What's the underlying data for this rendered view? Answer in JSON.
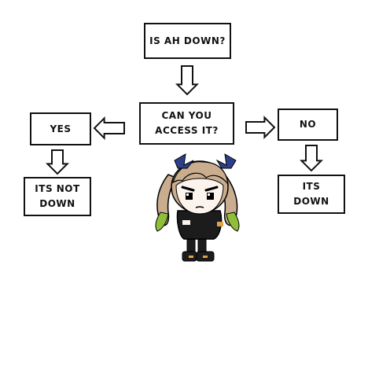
{
  "diagram": {
    "nodes": {
      "question": "IS AH DOWN?",
      "access": {
        "line1": "CAN YOU",
        "line2": "ACCESS IT?"
      },
      "yes": "YES",
      "no": "NO",
      "not_down": {
        "line1": "ITS NOT",
        "line2": "DOWN"
      },
      "down": {
        "line1": "ITS",
        "line2": "DOWN"
      }
    },
    "edges": [
      {
        "from": "question",
        "to": "access",
        "direction": "down"
      },
      {
        "from": "access",
        "to": "yes",
        "direction": "left"
      },
      {
        "from": "access",
        "to": "no",
        "direction": "right"
      },
      {
        "from": "yes",
        "to": "not_down",
        "direction": "down"
      },
      {
        "from": "no",
        "to": "down",
        "direction": "down"
      }
    ],
    "colors": {
      "line": "#111111",
      "hair": "#c9ad8e",
      "hair_tips": "#8fbf3a",
      "ribbons": "#2c3f8a",
      "hoodie": "#1c1c1c",
      "skin": "#fbf3ec",
      "shoes": "#e0a04a"
    },
    "figure": "chibi-character-sprite"
  }
}
